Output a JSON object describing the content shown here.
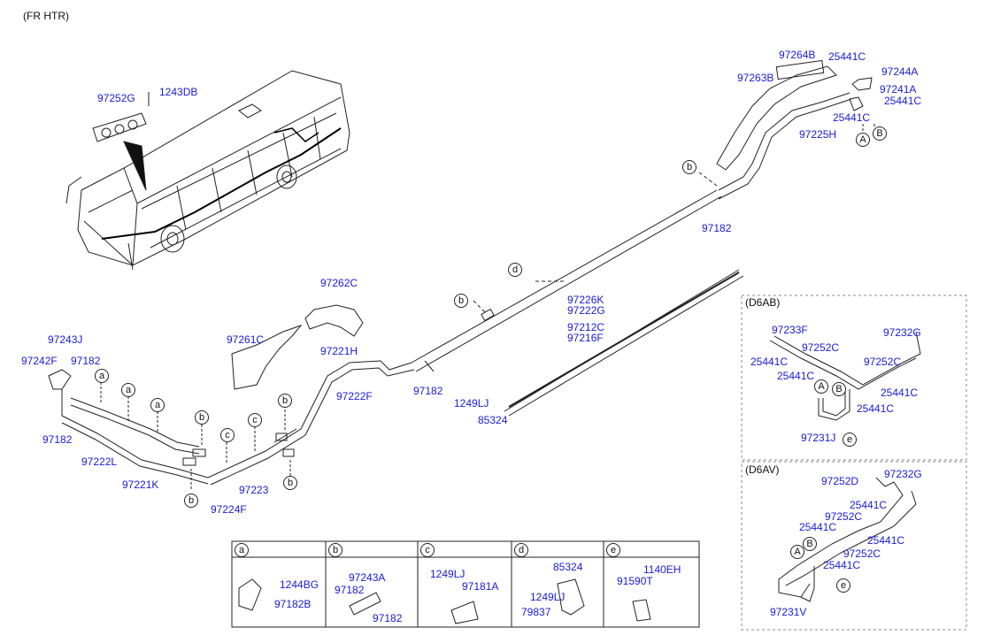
{
  "header": {
    "title": "(FR HTR)"
  },
  "labels": {
    "p97252G": "97252G",
    "p1243DB": "1243DB",
    "p97264B": "97264B",
    "p25441C_a": "25441C",
    "p97244A": "97244A",
    "p97263B": "97263B",
    "p97241A": "97241A",
    "p25441C_b": "25441C",
    "p25441C_c": "25441C",
    "p97225H": "97225H",
    "p97182_a": "97182",
    "p97262C": "97262C",
    "p97226K": "97226K",
    "p97222G": "97222G",
    "p97212C": "97212C",
    "p97216F": "97216F",
    "p97261C": "97261C",
    "p97221H": "97221H",
    "p97222F": "97222F",
    "p97182_b": "97182",
    "p1249LJ": "1249LJ",
    "p85324": "85324",
    "p97243J": "97243J",
    "p97242F": "97242F",
    "p97182_c": "97182",
    "p97182_d": "97182",
    "p97222L": "97222L",
    "p97221K": "97221K",
    "p97223": "97223",
    "p97224F": "97224F"
  },
  "d6ab": {
    "title": "(D6AB)",
    "labels": {
      "a": "97233F",
      "b": "97252C",
      "c": "97232G",
      "d": "25441C",
      "e": "97252C",
      "f": "25441C",
      "g": "25441C",
      "h": "25441C",
      "i": "97231J"
    }
  },
  "d6av": {
    "title": "(D6AV)",
    "labels": {
      "a": "97252D",
      "b": "97232G",
      "c": "25441C",
      "d": "97252C",
      "e": "25441C",
      "f": "25441C",
      "g": "97252C",
      "h": "25441C",
      "i": "97231V"
    }
  },
  "callouts": [
    "a",
    "b",
    "c",
    "d",
    "e"
  ],
  "callout_caps": {
    "A": "A",
    "B": "B"
  },
  "table": {
    "headers": [
      "a",
      "b",
      "c",
      "d",
      "e"
    ],
    "cells": [
      {
        "labels": [
          "1244BG",
          "97182B"
        ]
      },
      {
        "labels": [
          "97243A",
          "97182",
          "97182"
        ]
      },
      {
        "labels": [
          "1249LJ",
          "97181A"
        ]
      },
      {
        "labels": [
          "85324",
          "1249LJ",
          "79837"
        ]
      },
      {
        "labels": [
          "1140EH",
          "91590T"
        ]
      }
    ]
  },
  "colors": {
    "label": "#1a1ad8",
    "line": "#222222"
  }
}
